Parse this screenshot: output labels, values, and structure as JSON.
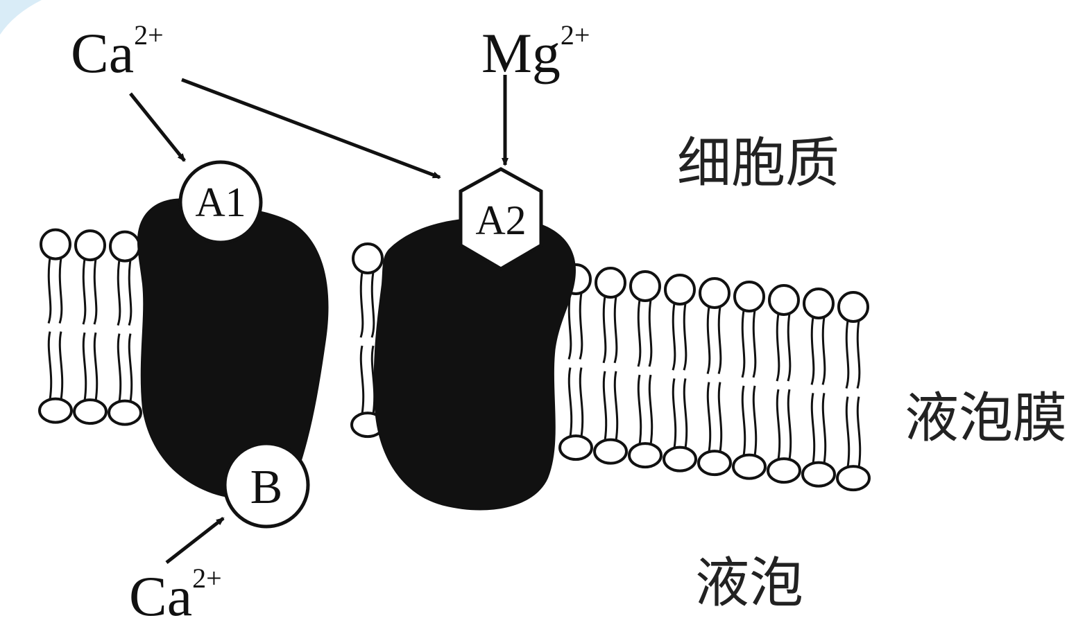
{
  "diagram": {
    "labels": {
      "cytoplasm": "细胞质",
      "vacuole_membrane": "液泡膜",
      "vacuole": "液泡"
    },
    "ions": {
      "ca_top": {
        "symbol": "Ca",
        "charge": "2+"
      },
      "mg_top": {
        "symbol": "Mg",
        "charge": "2+"
      },
      "ca_bottom": {
        "symbol": "Ca",
        "charge": "2+"
      }
    },
    "proteins": [
      {
        "id": "protein-1",
        "sites": [
          "A1",
          "B"
        ]
      },
      {
        "id": "protein-2",
        "sites": [
          "A2"
        ]
      }
    ],
    "sites": {
      "a1": "A1",
      "a2": "A2",
      "b": "B"
    },
    "colors": {
      "protein_fill": "#111111",
      "line": "#111111",
      "background": "#ffffff"
    }
  }
}
